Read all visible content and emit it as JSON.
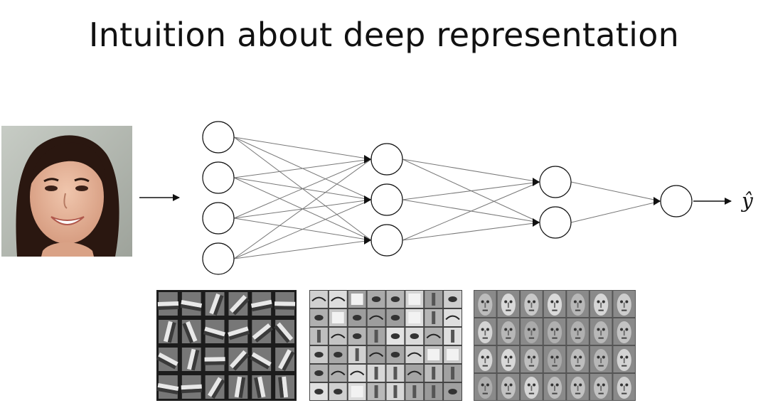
{
  "title": "Intuition about deep representation",
  "output_label": "ŷ",
  "network": {
    "layers": [
      4,
      3,
      2,
      1
    ]
  },
  "feature_panels": [
    "edges",
    "face-parts",
    "faces"
  ],
  "colors": {
    "node_stroke": "#111111",
    "edge": "#777777",
    "arrow": "#111111",
    "skin": "#e7b59b",
    "hair": "#2a1710",
    "background_photo": "#b9bdb6"
  }
}
